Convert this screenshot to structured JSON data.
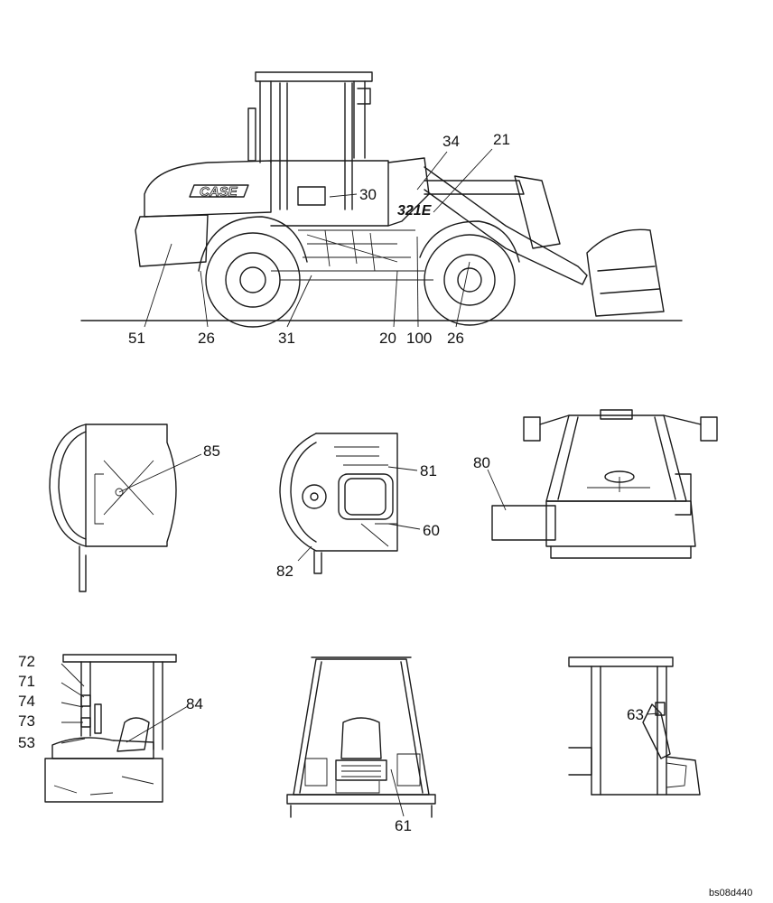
{
  "drawing_code": "bs08d440",
  "side_view": {
    "brand_decal": "CASE",
    "model_decal": "321E",
    "callouts": [
      "21",
      "34",
      "30",
      "51",
      "26",
      "31",
      "20",
      "100",
      "26"
    ]
  },
  "top_view_rear": {
    "callouts": [
      "85"
    ]
  },
  "top_view_cab": {
    "callouts": [
      "81",
      "60",
      "82"
    ]
  },
  "front_view_cab": {
    "callouts": [
      "80"
    ]
  },
  "left_side_cab": {
    "callouts": [
      "72",
      "71",
      "74",
      "73",
      "53",
      "84"
    ]
  },
  "rear_view_cab": {
    "callouts": [
      "61"
    ]
  },
  "right_side_cab": {
    "callouts": [
      "63"
    ]
  }
}
